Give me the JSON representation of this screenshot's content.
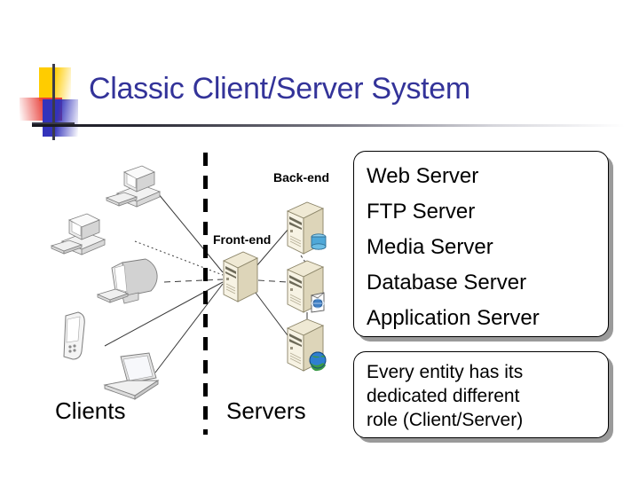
{
  "slide": {
    "title": "Classic Client/Server System",
    "decoration": {
      "yellow": "#ffcc00",
      "red": "#e8403a",
      "blue": "#3333bb",
      "line": "#3b3b4a"
    },
    "title_color": "#333399",
    "background": "#ffffff"
  },
  "diagram": {
    "divider_style": "vertical dashed line",
    "zones": [
      {
        "name": "clients",
        "label": "Clients"
      },
      {
        "name": "servers",
        "label": "Servers"
      }
    ],
    "tier_labels": [
      {
        "name": "front-end",
        "label": "Front-end"
      },
      {
        "name": "back-end",
        "label": "Back-end"
      }
    ],
    "client_devices": [
      {
        "name": "desktop-pc-1",
        "type": "desktop-computer-icon"
      },
      {
        "name": "desktop-pc-2",
        "type": "desktop-computer-icon"
      },
      {
        "name": "crt-monitor",
        "type": "crt-monitor-icon"
      },
      {
        "name": "pda-phone",
        "type": "pda-device-icon"
      },
      {
        "name": "laptop",
        "type": "laptop-icon"
      }
    ],
    "server_devices": [
      {
        "name": "front-end-server",
        "type": "server-tower-icon",
        "badge": "none"
      },
      {
        "name": "database-server",
        "type": "server-tower-icon",
        "badge": "database-cylinder-icon"
      },
      {
        "name": "file-web-server",
        "type": "server-tower-icon",
        "badge": "folder-globe-icon"
      },
      {
        "name": "internet-server",
        "type": "server-tower-icon",
        "badge": "globe-icon"
      }
    ]
  },
  "server_list_box": {
    "items": [
      "Web Server",
      "FTP Server",
      "Media Server",
      "Database Server",
      "Application Server"
    ]
  },
  "note_box": {
    "lines": [
      "Every entity has its",
      "dedicated different",
      "role (Client/Server)"
    ]
  }
}
